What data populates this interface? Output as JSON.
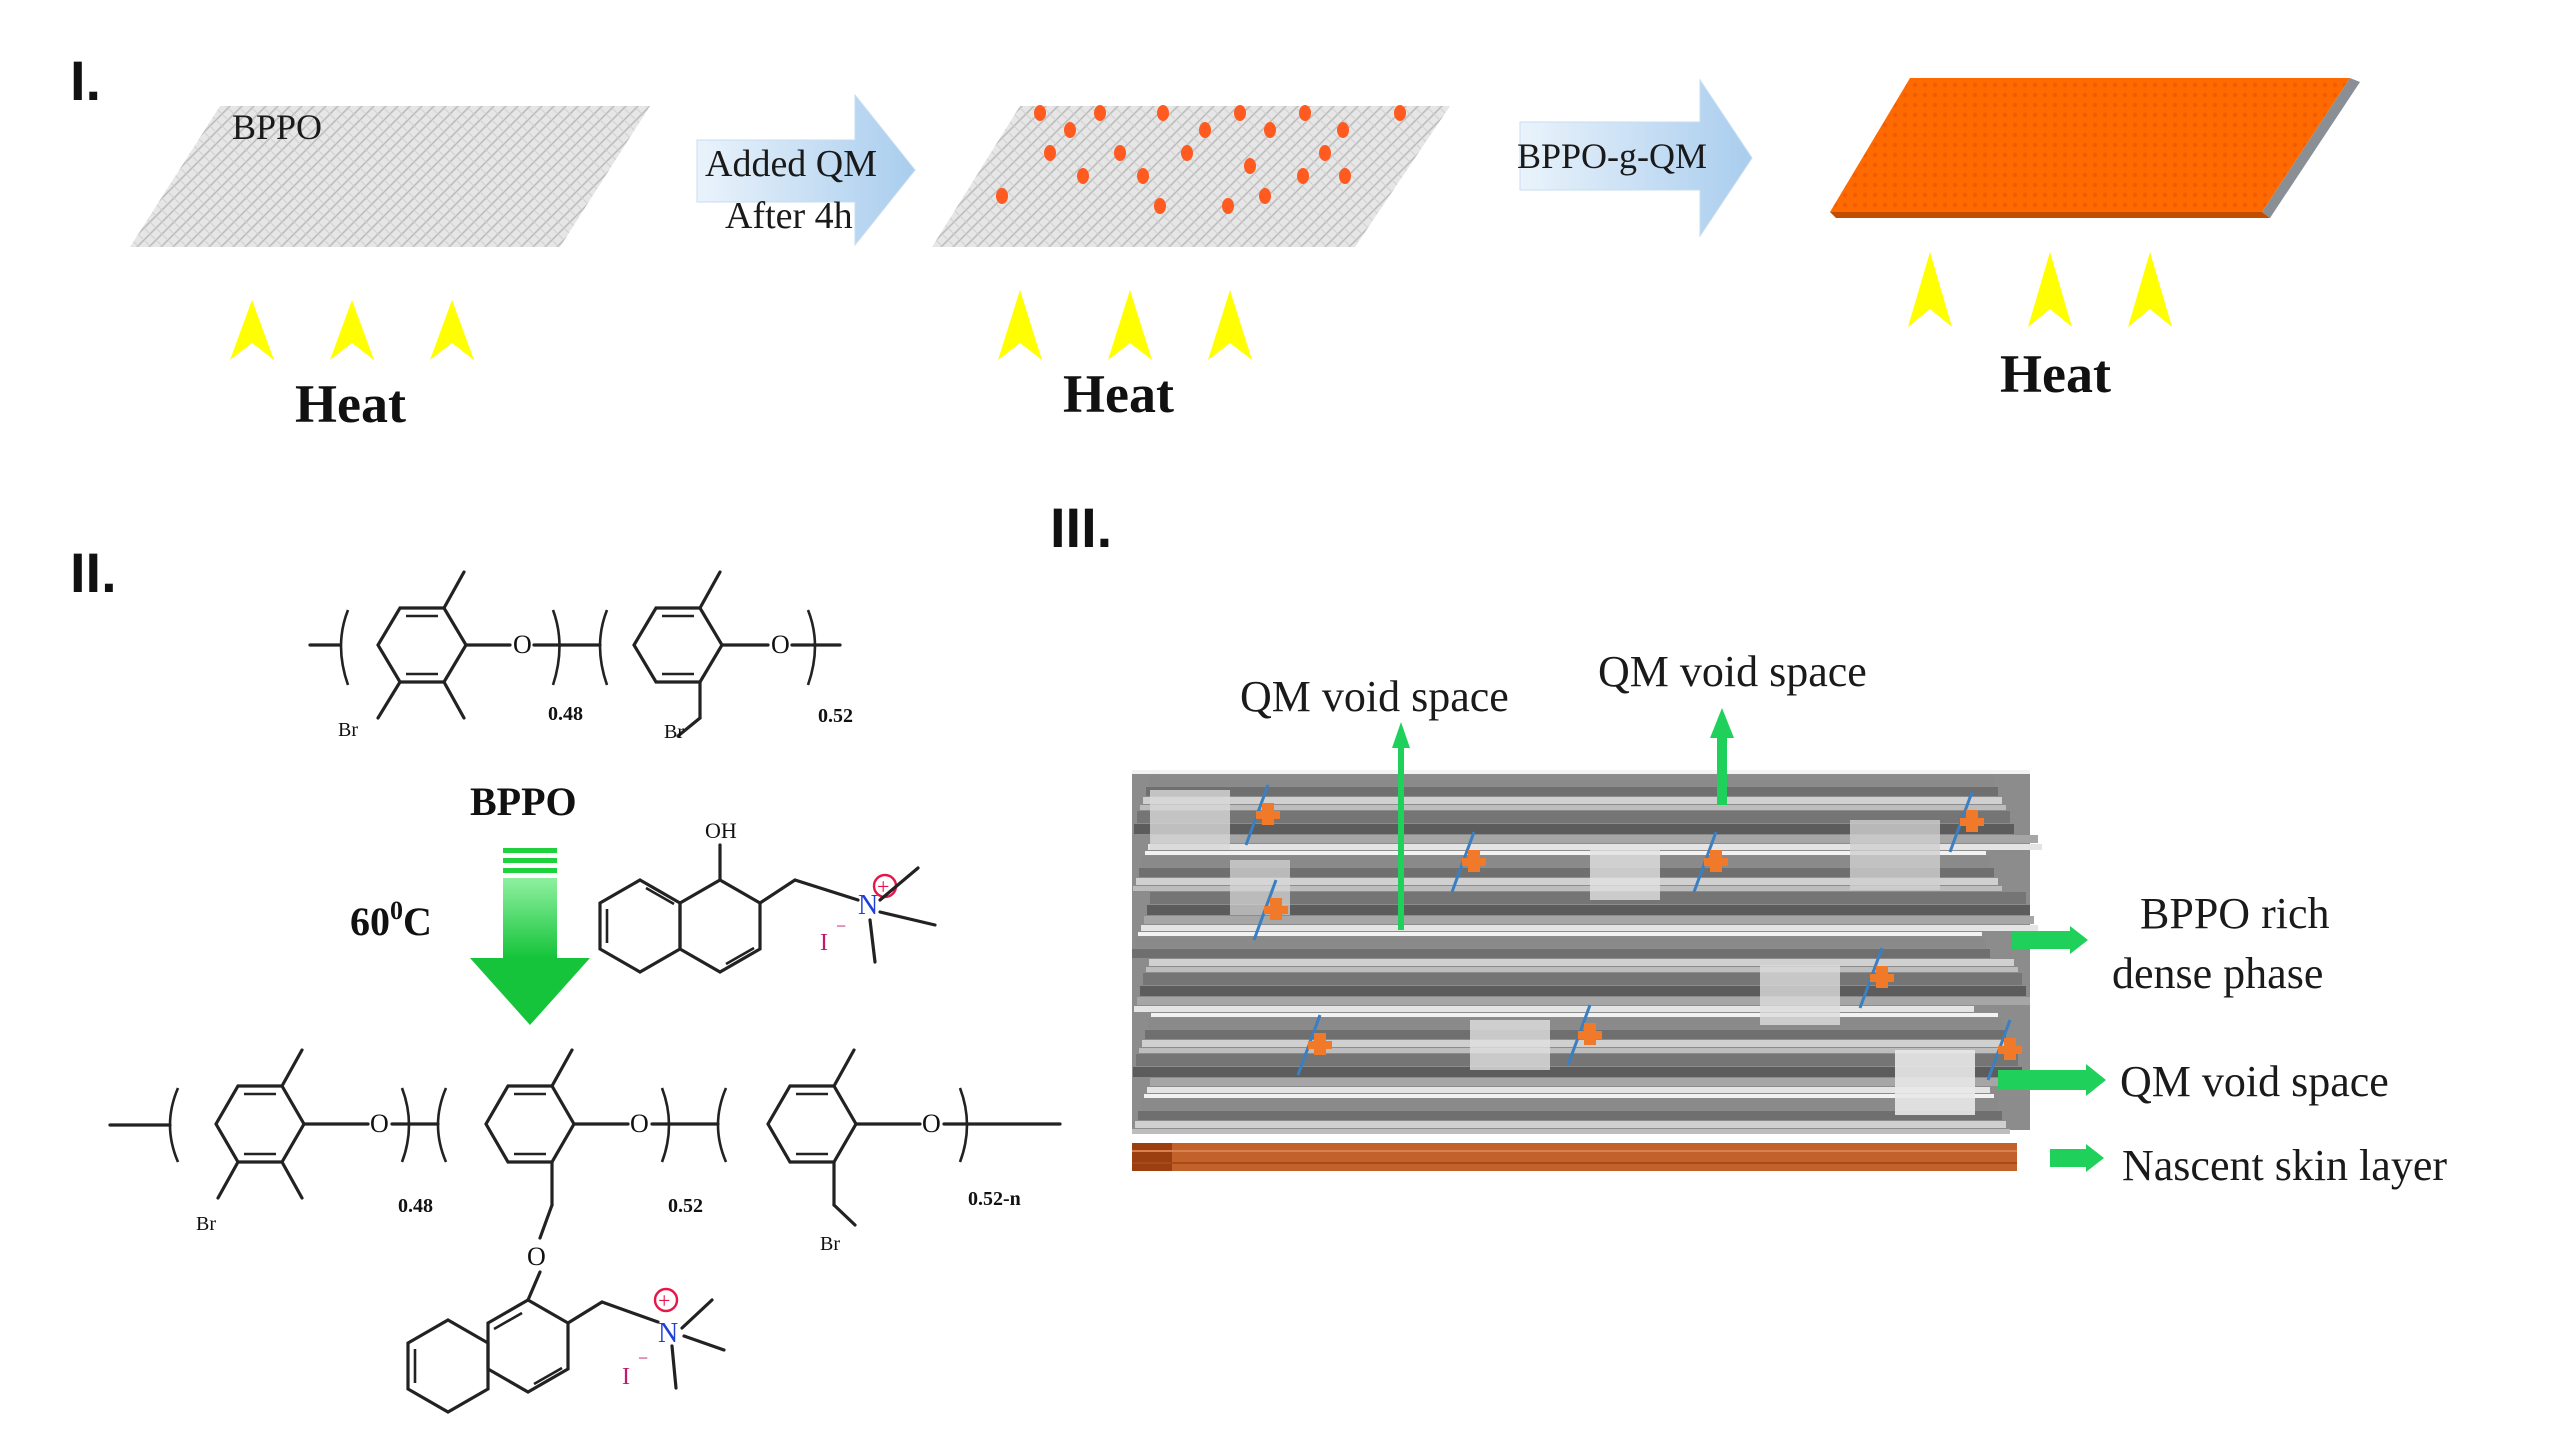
{
  "panel_I": {
    "roman": "I.",
    "sheet_label": "BPPO",
    "arrow1_line1": "Added QM",
    "arrow1_line2": "After 4h",
    "arrow2_label": "BPPO-g-QM",
    "heat_labels": [
      "Heat",
      "Heat",
      "Heat"
    ],
    "colors": {
      "sheet_grey": "#d9d9d9",
      "dot_orange": "#ff5a1f",
      "membrane_orange": "#ff6a00",
      "heat_yellow": "#ffff00",
      "arrow_blue": "#b9d7f0"
    }
  },
  "panel_II": {
    "roman": "II.",
    "subscript_a": "0.48",
    "subscript_b": "0.52",
    "br": "Br",
    "o": "O",
    "reagent_label": "BPPO",
    "temperature": "60",
    "temp_sup": "0",
    "temp_unit": "C",
    "oh": "OH",
    "n_plus": "N",
    "iodide": "I",
    "charge_minus": "−",
    "charge_plus": "+",
    "product_sub_a": "0.48",
    "product_sub_b": "0.52",
    "product_sub_c": "0.52-n",
    "colors": {
      "arrow_green": "#1fd13c",
      "nitrogen_blue": "#1f3fd6",
      "plus_red": "#e8154a",
      "iodide_pink": "#c4186c"
    }
  },
  "panel_III": {
    "roman": "III.",
    "label_void_top_1": "QM void space",
    "label_void_top_2": "QM void space",
    "label_dense_line1": "BPPO rich",
    "label_dense_line2": "dense phase",
    "label_void_right": "QM void space",
    "label_skin": "Nascent skin layer",
    "colors": {
      "pointer_green": "#1fd15a",
      "skin_brown": "#b9541a",
      "marker_orange": "#f07a2a",
      "marker_blue": "#3a7fc2"
    }
  }
}
